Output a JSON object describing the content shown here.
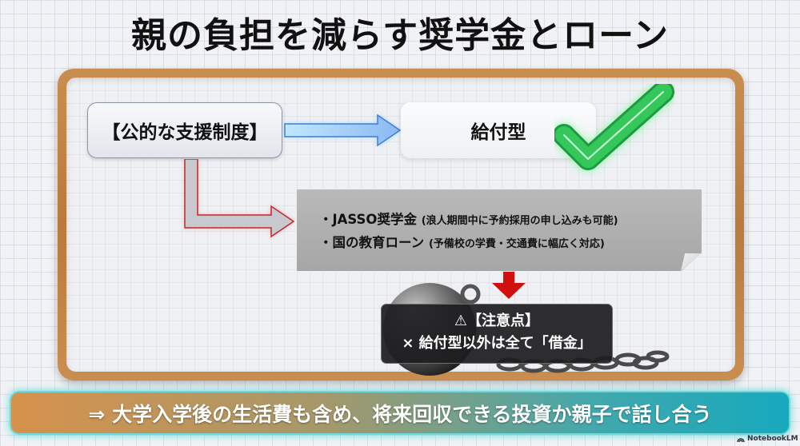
{
  "title": "親の負担を減らす奨学金とローン",
  "board": {
    "public_support": "【公的な支援制度】",
    "grant_type": "給付型",
    "loan_items": [
      {
        "name": "JASSO奨学金",
        "note": "(浪人期間中に予約採用の申し込みも可能)"
      },
      {
        "name": "国の教育ローン",
        "note": "(予備校の学費・交通費に幅広く対応)"
      }
    ],
    "caution": {
      "title": "【注意点】",
      "text": "× 給付型以外は全て「借金」"
    }
  },
  "conclusion": "⇒ 大学入学後の生活費も含め、将来回収できる投資か親子で話し合う",
  "brand": "NotebookLM",
  "colors": {
    "board_wood": "#c98e4f",
    "blue_arrow": "#6fa8e8",
    "red_arrow": "#d93a3a",
    "check_green": "#2fbf55",
    "down_arrow": "#d10f0f",
    "bar_start": "#d7924c",
    "bar_end": "#16a9bd"
  }
}
